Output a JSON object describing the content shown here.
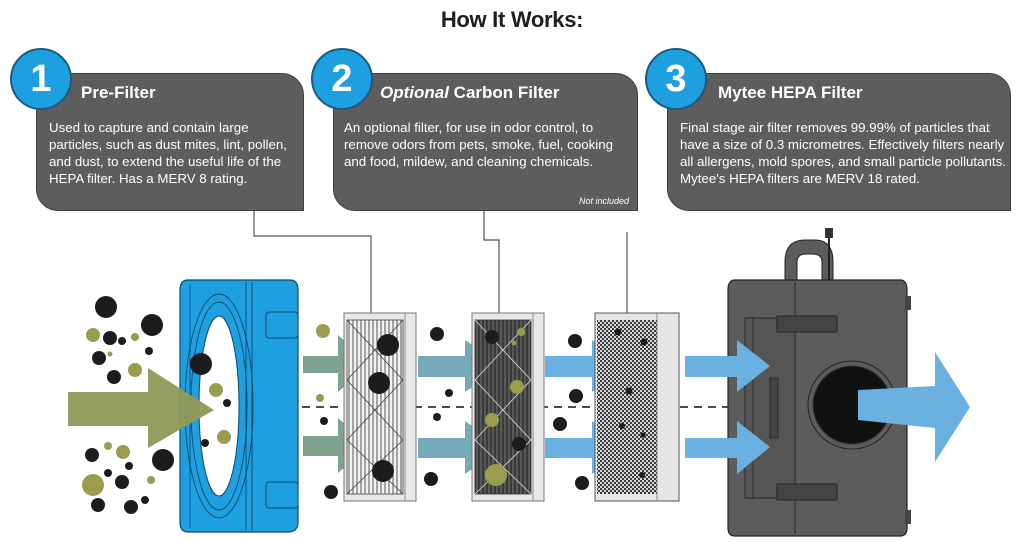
{
  "title": "How It Works:",
  "steps": [
    {
      "number": "1",
      "heading_italic": "",
      "heading": "Pre-Filter",
      "description": "Used to capture and contain large particles, such as dust mites, lint, pollen, and dust, to extend the useful life of the HEPA filter. Has a MERV 8 rating.",
      "note": ""
    },
    {
      "number": "2",
      "heading_italic": "Optional",
      "heading": " Carbon Filter",
      "description": "An optional filter, for use in odor control, to remove odors from pets, smoke, fuel, cooking and food, mildew, and cleaning chemicals.",
      "note": "Not included"
    },
    {
      "number": "3",
      "heading_italic": "",
      "heading": "Mytee HEPA Filter",
      "description": "Final stage air filter removes 99.99% of particles that have a size of 0.3 micrometres. Effectively filters nearly all allergens, mold spores, and small particle pollutants. Mytee's HEPA filters are MERV 18 rated.",
      "note": ""
    }
  ],
  "colors": {
    "badge_blue": "#1ea0e0",
    "callout_gray": "#5d5d5d",
    "intake_arrow_olive": "#8f9a5a",
    "stage1_arrow_green": "#7fa391",
    "stage2_arrow_teal": "#75aab8",
    "stage3_arrow_blue": "#6ab0e0",
    "prefilter_housing_blue": "#1e9fe0",
    "particle_dark": "#1c1c1c",
    "particle_olive": "#9a9c4e",
    "unit_gray": "#5c5c5c"
  }
}
